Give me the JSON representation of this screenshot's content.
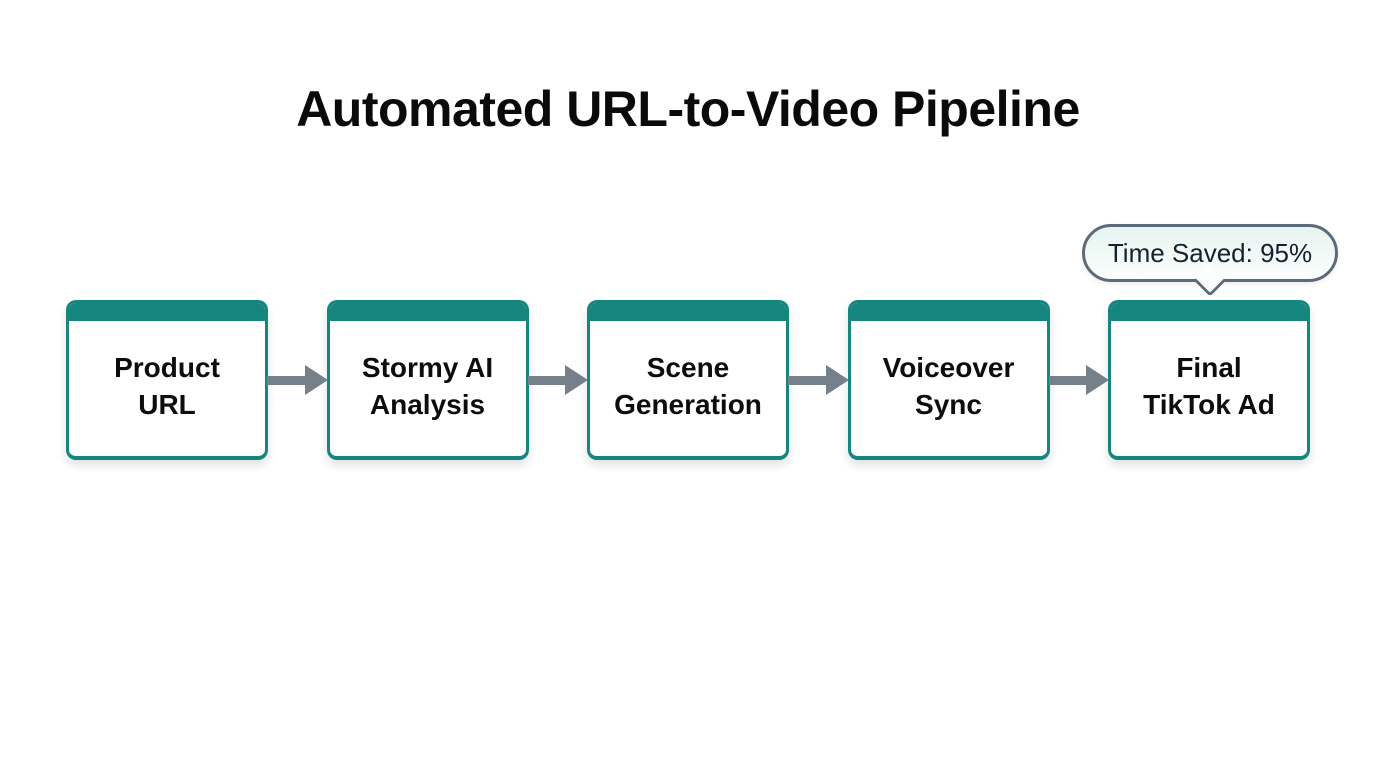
{
  "title": "Automated URL-to-Video Pipeline",
  "callout": {
    "label": "Time Saved: 95%"
  },
  "pipeline": {
    "steps": [
      {
        "label": "Product URL",
        "line1": "Product",
        "line2": "URL"
      },
      {
        "label": "Stormy AI Analysis",
        "line1": "Stormy AI",
        "line2": "Analysis"
      },
      {
        "label": "Scene Generation",
        "line1": "Scene",
        "line2": "Generation"
      },
      {
        "label": "Voiceover Sync",
        "line1": "Voiceover",
        "line2": "Sync"
      },
      {
        "label": "Final TikTok Ad",
        "line1": "Final",
        "line2": "TikTok Ad"
      }
    ]
  },
  "colors": {
    "accent_teal": "#15867D",
    "arrow_gray": "#75808B",
    "callout_border": "#5D6B79",
    "callout_background": "#E9F5F2",
    "text_dark": "#0D0D0D",
    "background": "#FFFFFF"
  }
}
